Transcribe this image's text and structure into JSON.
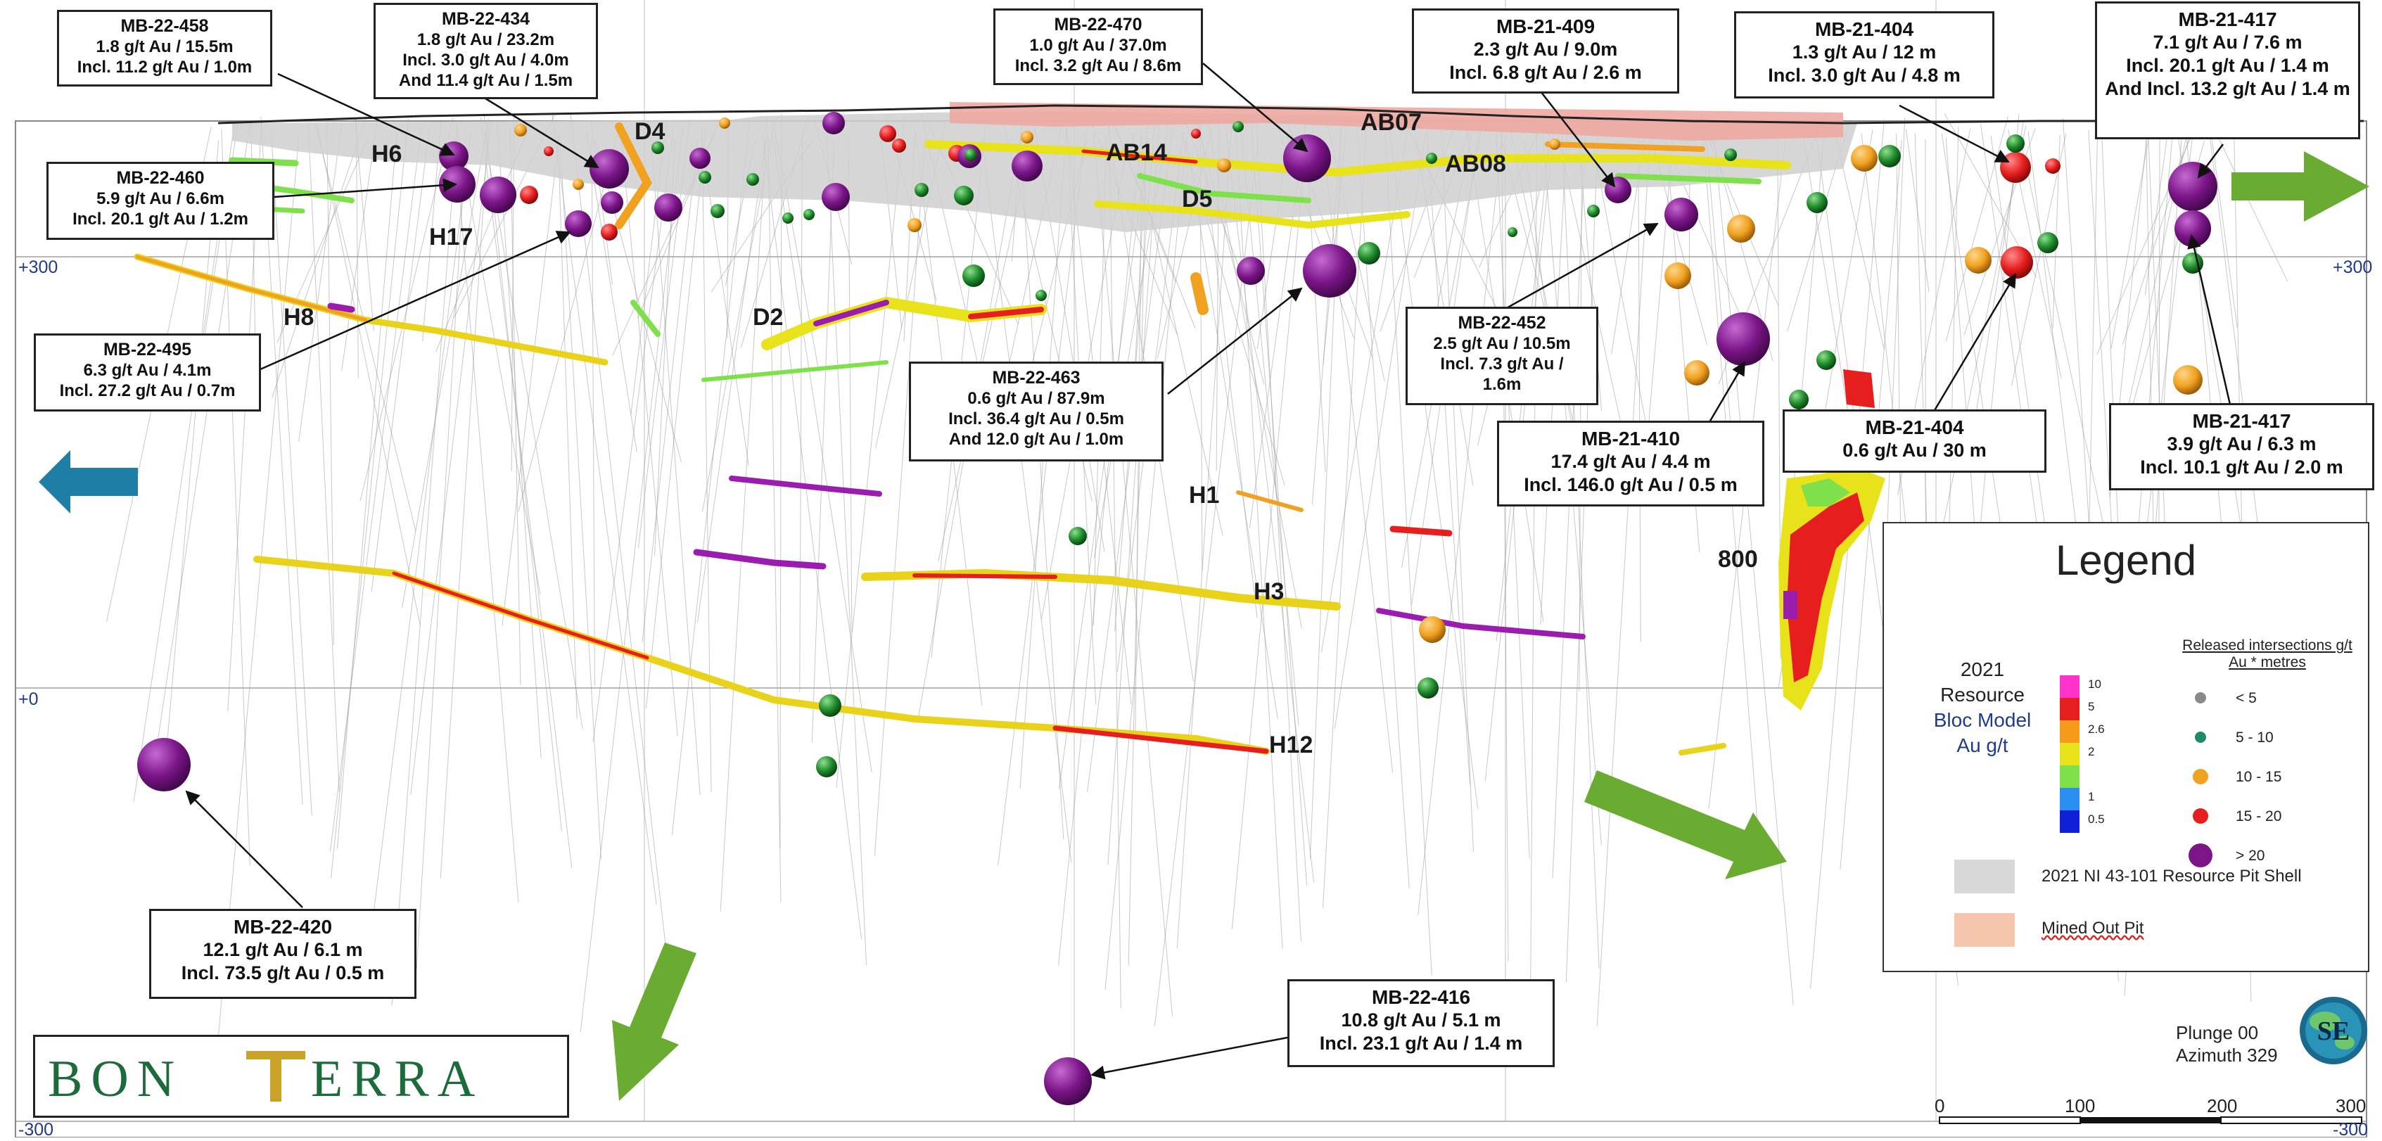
{
  "colors": {
    "purple": "#7b1588",
    "red": "#e61e1e",
    "orange": "#f0a11f",
    "green": "#1e8a2a",
    "grey": "#8a8a8a",
    "arrow_green": "#6aab32",
    "arrow_blue": "#1f7ea6",
    "logo_green": "#1c6b3a",
    "logo_gold": "#c9a227",
    "pit_shell": "#d3d3d3",
    "mined_out": "#f4c2ab"
  },
  "zone_labels": [
    "H6",
    "D4",
    "H17",
    "H8",
    "D2",
    "AB14",
    "D5",
    "AB07",
    "AB08",
    "H1",
    "H3",
    "H12",
    "800"
  ],
  "elevations": {
    "top": "+300",
    "mid": "+0",
    "bottom": "-300"
  },
  "callouts": [
    {
      "id": "MB-22-458",
      "lines": [
        "1.8 g/t Au / 15.5m",
        "Incl. 11.2 g/t Au / 1.0m"
      ]
    },
    {
      "id": "MB-22-434",
      "lines": [
        "1.8 g/t Au / 23.2m",
        "Incl. 3.0 g/t Au / 4.0m",
        "And 11.4 g/t Au / 1.5m"
      ]
    },
    {
      "id": "MB-22-470",
      "lines": [
        "1.0 g/t Au / 37.0m",
        "Incl. 3.2 g/t Au / 8.6m"
      ]
    },
    {
      "id": "MB-21-409",
      "lines": [
        "2.3 g/t Au / 9.0m",
        "Incl. 6.8 g/t Au / 2.6 m"
      ]
    },
    {
      "id": "MB-21-404",
      "lines": [
        "1.3 g/t Au / 12 m",
        "Incl. 3.0 g/t Au / 4.8 m"
      ]
    },
    {
      "id": "MB-21-417",
      "lines": [
        "7.1 g/t Au / 7.6 m",
        "Incl. 20.1 g/t Au / 1.4 m",
        "And Incl. 13.2 g/t Au / 1.4 m"
      ]
    },
    {
      "id": "MB-22-460",
      "lines": [
        "5.9 g/t Au / 6.6m",
        "Incl. 20.1 g/t Au / 1.2m"
      ]
    },
    {
      "id": "MB-22-495",
      "lines": [
        "6.3 g/t Au / 4.1m",
        "Incl. 27.2 g/t Au / 0.7m"
      ]
    },
    {
      "id": "MB-22-463",
      "lines": [
        "0.6 g/t Au / 87.9m",
        "Incl. 36.4 g/t Au / 0.5m",
        "And 12.0 g/t Au / 1.0m"
      ]
    },
    {
      "id": "MB-22-452",
      "lines": [
        "2.5 g/t Au / 10.5m",
        "Incl. 7.3 g/t Au /",
        "1.6m"
      ]
    },
    {
      "id": "MB-21-410",
      "lines": [
        "17.4 g/t Au / 4.4 m",
        "Incl. 146.0 g/t Au / 0.5 m"
      ]
    },
    {
      "id": "MB-21-404",
      "lines": [
        "0.6 g/t Au / 30 m"
      ]
    },
    {
      "id": "MB-21-417",
      "lines": [
        "3.9 g/t Au / 6.3 m",
        "Incl. 10.1 g/t Au / 2.0 m"
      ]
    },
    {
      "id": "MB-22-420",
      "lines": [
        "12.1 g/t Au / 6.1 m",
        "Incl. 73.5 g/t Au / 0.5 m"
      ]
    },
    {
      "id": "MB-22-416",
      "lines": [
        "10.8 g/t Au / 5.1 m",
        "Incl. 23.1 g/t Au / 1.4 m"
      ]
    }
  ],
  "legend": {
    "title": "Legend",
    "resource_lines": [
      "2021",
      "Resource",
      "Bloc Model",
      "Au g/t"
    ],
    "color_scale": [
      {
        "value": "10",
        "color": "#ff33cc"
      },
      {
        "value": "5",
        "color": "#e61e1e"
      },
      {
        "value": "2.6",
        "color": "#f59a1a"
      },
      {
        "value": "2",
        "color": "#e8e21a"
      },
      {
        "value": "",
        "color": "#7ee04a"
      },
      {
        "value": "1",
        "color": "#2a8ff0"
      },
      {
        "value": "0.5",
        "color": "#1020d8"
      }
    ],
    "intersections_header": "Released  intersections g/t Au * metres",
    "intersections": [
      {
        "label": "< 5",
        "color": "#8a8a8a",
        "size": 1
      },
      {
        "label": "5 - 10",
        "color": "#1e8a6a",
        "size": 1
      },
      {
        "label": "10 - 15",
        "color": "#f0a11f",
        "size": 2
      },
      {
        "label": "15 - 20",
        "color": "#e61e1e",
        "size": 2
      },
      {
        "label": "> 20",
        "color": "#7b1588",
        "size": 4
      }
    ],
    "pit_shell_label": "2021 NI 43-101 Resource Pit Shell",
    "mined_out_label": "Mined Out Pit"
  },
  "logo": {
    "text": "BONTERRA"
  },
  "view": {
    "plunge": "Plunge 00",
    "azimuth": "Azimuth 329",
    "compass_label": "SE"
  },
  "scale_bar": {
    "ticks": [
      "0",
      "100",
      "200",
      "300"
    ]
  }
}
